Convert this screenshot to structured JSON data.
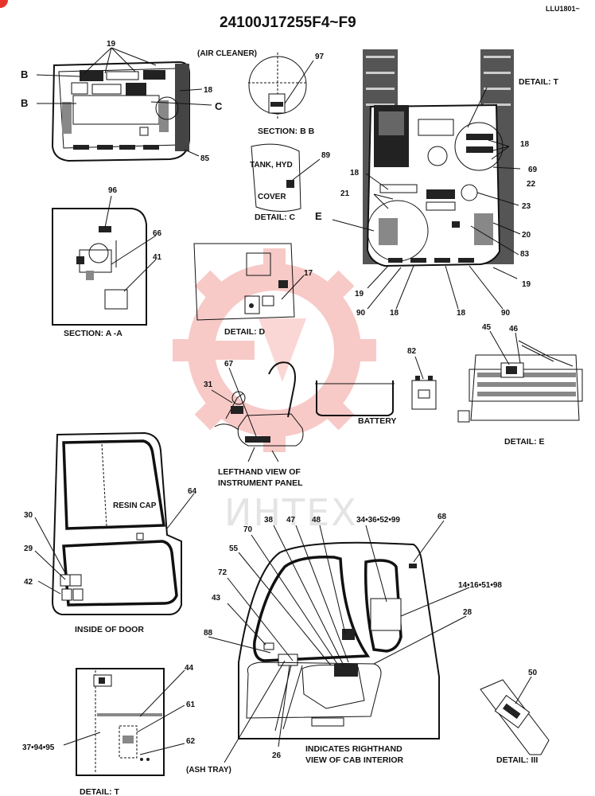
{
  "header": {
    "title": "24100J17255F4~F9",
    "code": "LLU1801~"
  },
  "watermark": {
    "text": "ИНТЕХ",
    "color": "#e8332a"
  },
  "views": {
    "top_left": {
      "labels": [
        "19",
        "B",
        "B",
        "18",
        "C",
        "85"
      ]
    },
    "section_bb": {
      "air_cleaner": "(AIR CLEANER)",
      "part": "97",
      "caption": "SECTION: B B"
    },
    "detail_c": {
      "tank": "TANK, HYD",
      "cover": "COVER",
      "part": "89",
      "caption": "DETAIL:  C"
    },
    "section_aa": {
      "labels": [
        "96",
        "66",
        "41"
      ],
      "caption": "SECTION: A -A"
    },
    "detail_d": {
      "part": "17",
      "caption": "DETAIL:  D"
    },
    "top_right": {
      "detail_t": "DETAIL: T",
      "labels": [
        "18",
        "69",
        "22",
        "18",
        "21",
        "23",
        "E",
        "20",
        "83",
        "19",
        "19",
        "90",
        "18",
        "18",
        "90"
      ]
    },
    "battery": {
      "part": "82",
      "caption": "BATTERY"
    },
    "detail_e": {
      "labels": [
        "45",
        "46"
      ],
      "caption": "DETAIL:  E"
    },
    "instrument_panel": {
      "labels": [
        "67",
        "31"
      ],
      "caption_line1": "LEFTHAND VIEW OF",
      "caption_line2": "INSTRUMENT PANEL"
    },
    "door": {
      "resin_cap": "RESIN CAP",
      "labels": [
        "64",
        "30",
        "29",
        "42"
      ],
      "caption": "INSIDE OF DOOR"
    },
    "cab": {
      "labels": [
        "70",
        "38",
        "47",
        "48",
        "34•36•52•99",
        "68",
        "55",
        "72",
        "14•16•51•98",
        "43",
        "28",
        "88",
        "26"
      ],
      "ash_tray": "(ASH TRAY)",
      "caption_line1": "INDICATES RIGHTHAND",
      "caption_line2": "VIEW OF CAB INTERIOR"
    },
    "detail_t_bottom": {
      "labels": [
        "44",
        "61",
        "37•94•95",
        "62"
      ],
      "caption": "DETAIL: T"
    },
    "detail_iii": {
      "part": "50",
      "caption": "DETAIL:  III"
    }
  }
}
